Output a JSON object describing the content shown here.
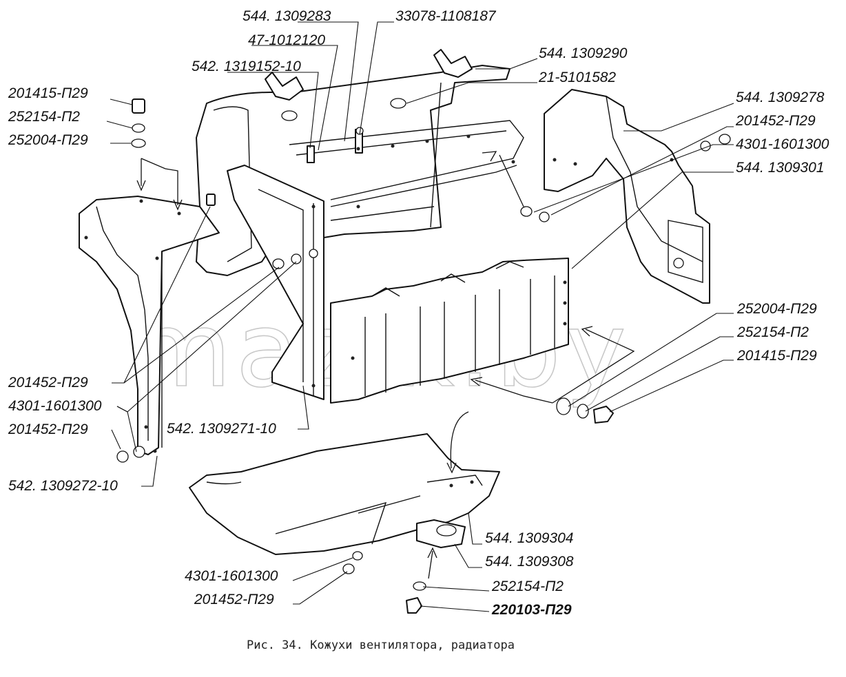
{
  "watermark": "mazik.by",
  "caption": "Рис. 34. Кожухи вентилятора, радиатора",
  "labels": {
    "l01": "544. 1309283",
    "l02": "33078-1108187",
    "l03": "47-1012120",
    "l04": "544. 1309290",
    "l05": "542. 1319152-10",
    "l06": "21-5101582",
    "l07": "201415-П29",
    "l08": "252154-П2",
    "l09": "252004-П29",
    "l10": "544. 1309278",
    "l11": "201452-П29",
    "l12": "4301-1601300",
    "l13": "544. 1309301",
    "l14": "252004-П29",
    "l15": "252154-П2",
    "l16": "201415-П29",
    "l17": "201452-П29",
    "l18": "4301-1601300",
    "l19": "201452-П29",
    "l20": "542. 1309271-10",
    "l21": "542. 1309272-10",
    "l22": "544. 1309304",
    "l23": "544. 1309308",
    "l24": "4301-1601300",
    "l25": "201452-П29",
    "l26": "252154-П2",
    "l27": "220103-П29"
  }
}
